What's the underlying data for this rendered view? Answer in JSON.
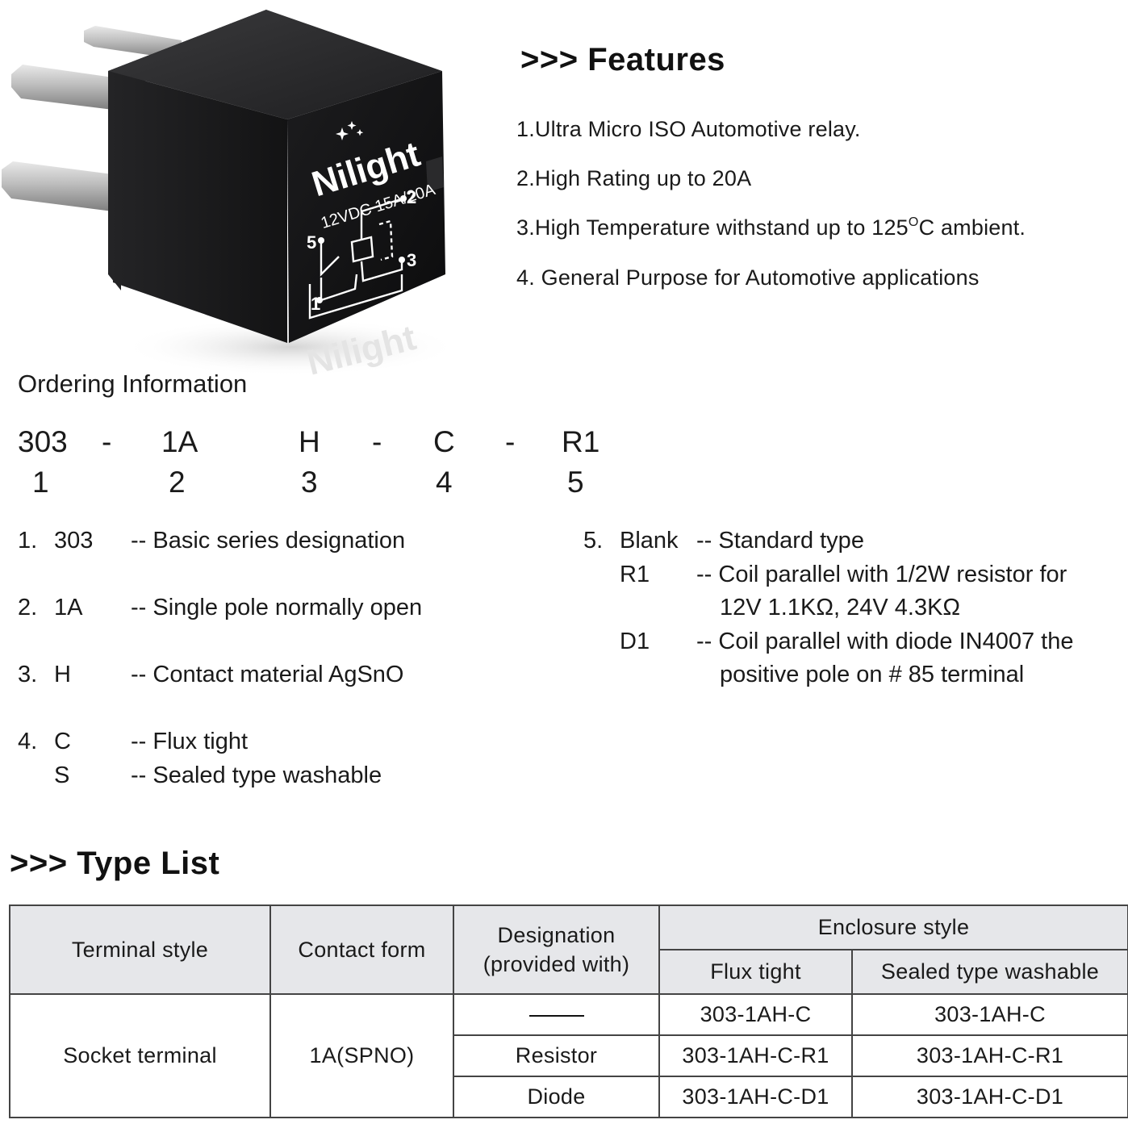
{
  "product": {
    "brand": "Nilight",
    "rating_label": "12VDC 15A/20A",
    "pins": [
      "2",
      "5",
      "3",
      "1"
    ]
  },
  "features": {
    "title": ">>> Features",
    "items": [
      "1.Ultra Micro ISO Automotive relay.",
      "2.High Rating up to 20A",
      "3.High Temperature withstand up to 125",
      "4. General Purpose for Automotive applications"
    ],
    "item3_degree": "O",
    "item3_suffix": "C ambient."
  },
  "ordering": {
    "title": "Ordering Information",
    "code_parts": [
      "303",
      "-",
      "1A",
      "H",
      "-",
      "C",
      "-",
      "R1"
    ],
    "code_indices": [
      "1",
      "2",
      "3",
      "4",
      "5"
    ],
    "items": [
      {
        "num": "1.",
        "code": "303",
        "desc": "-- Basic series designation"
      },
      {
        "num": "2.",
        "code": "1A",
        "desc": "-- Single pole normally open"
      },
      {
        "num": "3.",
        "code": "H",
        "desc": "-- Contact material AgSnO"
      },
      {
        "num": "4.",
        "code": "C",
        "desc": "-- Flux tight"
      },
      {
        "num": "",
        "code": "S",
        "desc": "-- Sealed type washable"
      }
    ],
    "item5": {
      "num": "5.",
      "options": [
        {
          "code": "Blank",
          "desc": "-- Standard type",
          "desc2": ""
        },
        {
          "code": "R1",
          "desc": "-- Coil parallel with 1/2W resistor for",
          "desc2": "12V 1.1KΩ, 24V 4.3KΩ"
        },
        {
          "code": "D1",
          "desc": "-- Coil parallel with diode IN4007 the",
          "desc2": "positive pole on # 85 terminal"
        }
      ]
    }
  },
  "type_list": {
    "title": ">>> Type List",
    "headers": {
      "terminal_style": "Terminal style",
      "contact_form": "Contact form",
      "designation_1": "Designation",
      "designation_2": "(provided with)",
      "enclosure_style": "Enclosure style",
      "flux_tight": "Flux tight",
      "sealed": "Sealed type washable"
    },
    "terminal": "Socket terminal",
    "contact": "1A(SPNO)",
    "rows": [
      {
        "designation": "",
        "flux": "303-1AH-C",
        "sealed": "303-1AH-C"
      },
      {
        "designation": "Resistor",
        "flux": "303-1AH-C-R1",
        "sealed": "303-1AH-C-R1"
      },
      {
        "designation": "Diode",
        "flux": "303-1AH-C-D1",
        "sealed": "303-1AH-C-D1"
      }
    ]
  }
}
